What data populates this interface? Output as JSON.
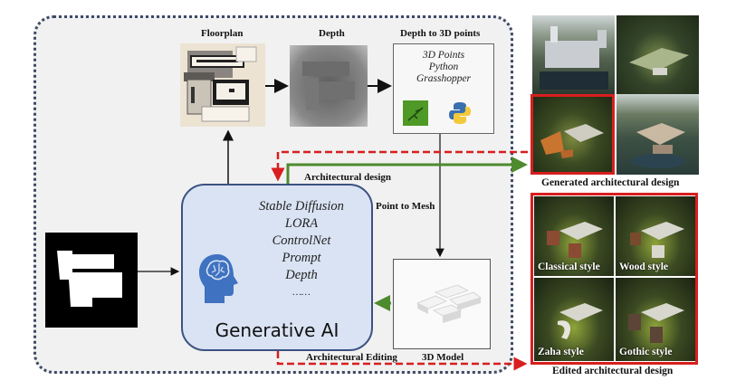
{
  "pipeline": {
    "floorplan_label": "Floorplan",
    "depth_label": "Depth",
    "depth_to_points_label": "Depth to 3D points",
    "depth_to_points_items": [
      "3D Points",
      "Python",
      "Grasshopper"
    ],
    "point_to_mesh_label": "Point to Mesh",
    "model_label": "3D Model"
  },
  "generative_ai": {
    "title": "Generative AI",
    "items": [
      "Stable Diffusion",
      "LORA",
      "ControlNet",
      "Prompt",
      "Depth",
      "……"
    ]
  },
  "flows": {
    "architectural_design": "Architectural design",
    "architectural_editing": "Architectural Editing"
  },
  "generated": {
    "caption": "Generated architectural design"
  },
  "edited": {
    "caption": "Edited architectural design",
    "styles": [
      "Classical style",
      "Wood style",
      "Zaha style",
      "Gothic style"
    ]
  },
  "colors": {
    "frame": "#3d4a66",
    "ai_box_fill": "#d9e3f3",
    "ai_box_border": "#3b5180",
    "red_flow": "#d81e1e",
    "green_flow": "#4e8a2e"
  }
}
